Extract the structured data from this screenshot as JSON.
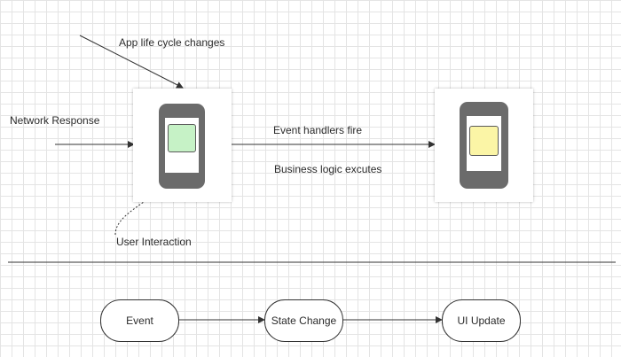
{
  "labels": {
    "app_lifecycle": "App life cycle changes",
    "network_response": "Network Response",
    "user_interaction": "User Interaction",
    "event_handlers": "Event handlers fire",
    "business_logic": "Business logic excutes"
  },
  "flow": {
    "step1": "Event",
    "step2": "State Change",
    "step3": "UI Update"
  },
  "colors": {
    "before_state_tile": "#c6f2c6",
    "after_state_tile": "#fbf5a6",
    "phone_body": "#6b6b6b"
  }
}
